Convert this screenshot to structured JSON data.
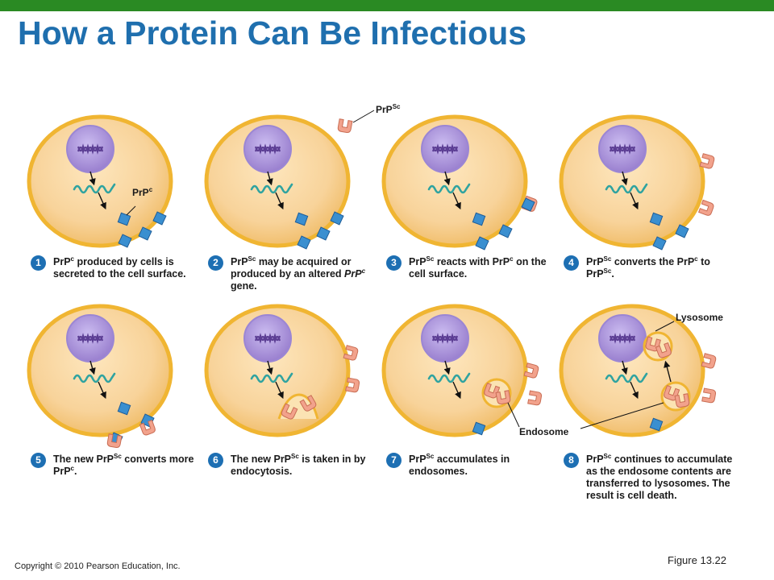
{
  "slide": {
    "title": "How a Protein Can Be Infectious",
    "copyright": "Copyright © 2010 Pearson Education, Inc.",
    "figure_ref": "Figure 13.22"
  },
  "labels": {
    "prpc": {
      "a": "PrP",
      "b": "c"
    },
    "prpsc": {
      "a": "PrP",
      "b": "Sc"
    },
    "lysosome": "Lysosome",
    "endosome": "Endosome"
  },
  "steps": [
    {
      "num": "1",
      "parts": [
        {
          "t": "PrP"
        },
        {
          "t": "c",
          "sup": true
        },
        {
          "t": " produced by cells is secreted to the cell surface."
        }
      ]
    },
    {
      "num": "2",
      "parts": [
        {
          "t": "PrP"
        },
        {
          "t": "Sc",
          "sup": true
        },
        {
          "t": " may be acquired or produced by an altered "
        },
        {
          "t": "PrP",
          "i": true
        },
        {
          "t": "c",
          "sup": true,
          "i": true
        },
        {
          "t": " gene."
        }
      ]
    },
    {
      "num": "3",
      "parts": [
        {
          "t": "PrP"
        },
        {
          "t": "Sc",
          "sup": true
        },
        {
          "t": " reacts with PrP"
        },
        {
          "t": "c",
          "sup": true
        },
        {
          "t": " on the cell surface."
        }
      ]
    },
    {
      "num": "4",
      "parts": [
        {
          "t": "PrP"
        },
        {
          "t": "Sc",
          "sup": true
        },
        {
          "t": " converts the PrP"
        },
        {
          "t": "c",
          "sup": true
        },
        {
          "t": " to PrP"
        },
        {
          "t": "Sc",
          "sup": true
        },
        {
          "t": "."
        }
      ]
    },
    {
      "num": "5",
      "parts": [
        {
          "t": "The new PrP"
        },
        {
          "t": "Sc",
          "sup": true
        },
        {
          "t": " converts more PrP"
        },
        {
          "t": "c",
          "sup": true
        },
        {
          "t": "."
        }
      ]
    },
    {
      "num": "6",
      "parts": [
        {
          "t": "The new PrP"
        },
        {
          "t": "Sc",
          "sup": true
        },
        {
          "t": " is taken in by endocytosis."
        }
      ]
    },
    {
      "num": "7",
      "parts": [
        {
          "t": "PrP"
        },
        {
          "t": "Sc",
          "sup": true
        },
        {
          "t": " accumulates in endosomes."
        }
      ]
    },
    {
      "num": "8",
      "parts": [
        {
          "t": "PrP"
        },
        {
          "t": "Sc",
          "sup": true
        },
        {
          "t": " continues to accumulate as the endosome contents are transferred to lysosomes. The result is cell death."
        }
      ]
    }
  ],
  "colors": {
    "title": "#1f6fae",
    "top_bar": "#2a8a23",
    "cell_fill": "#f7cf8a",
    "cell_border": "#f0b532",
    "nucleus": "#a78fd6",
    "mrna": "#2fa3a0",
    "prpc": "#3a8fd0",
    "prpsc": "#f2a28c",
    "step_badge": "#1d6fb3"
  }
}
